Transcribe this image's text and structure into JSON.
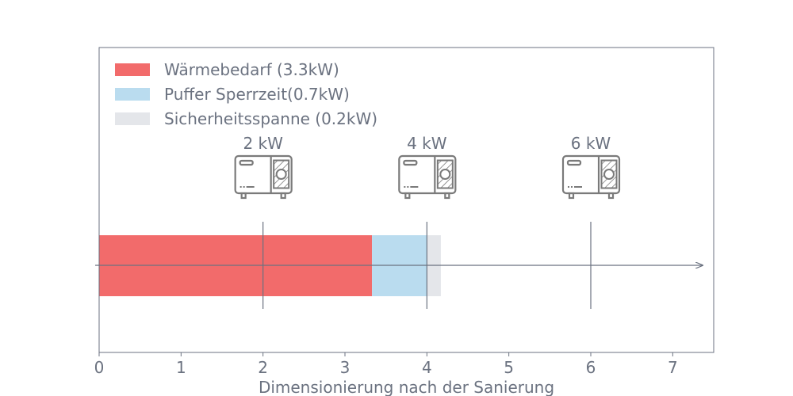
{
  "chart_data": {
    "type": "bar",
    "orientation": "horizontal",
    "stacked": true,
    "xlabel": "Dimensionierung nach der Sanierung",
    "xlim": [
      0,
      7.5
    ],
    "xticks": [
      0,
      1,
      2,
      3,
      4,
      5,
      6,
      7
    ],
    "series": [
      {
        "name": "Wärmebedarf (3.3kW)",
        "value": 3.33,
        "color": "#f26b6b"
      },
      {
        "name": "Puffer Sperrzeit(0.7kW)",
        "value": 0.67,
        "color": "#badcef"
      },
      {
        "name": "Sicherheitsspanne (0.2kW)",
        "value": 0.17,
        "color": "#e4e6ea"
      }
    ],
    "legend_position": "top-left",
    "grid": false,
    "markers": [
      {
        "x": 2,
        "label": "2 kW",
        "icon": "heat-pump-icon"
      },
      {
        "x": 4,
        "label": "4 kW",
        "icon": "heat-pump-icon"
      },
      {
        "x": 6,
        "label": "6 kW",
        "icon": "heat-pump-icon"
      }
    ],
    "axis_color": "#6b7280"
  }
}
